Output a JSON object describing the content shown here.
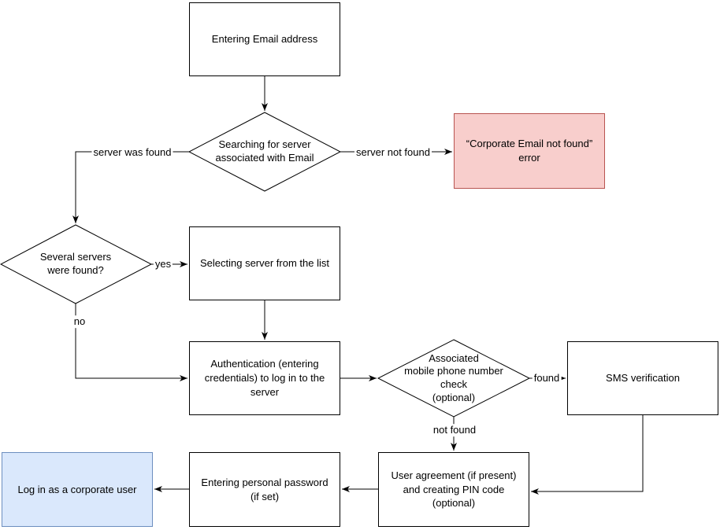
{
  "diagram": {
    "type": "flowchart",
    "subject": "Corporate Email login flow",
    "colors": {
      "node_fill": "#ffffff",
      "node_stroke": "#000000",
      "error_fill": "#f8cecc",
      "error_stroke": "#b85450",
      "final_fill": "#dae8fc",
      "final_stroke": "#6c8ebf",
      "connector": "#000000"
    },
    "nodes": {
      "entering_email": {
        "type": "process",
        "label": "Entering Email address"
      },
      "searching_server": {
        "type": "decision",
        "label": "Searching for server\nassociated with Email"
      },
      "corporate_email_error": {
        "type": "process",
        "label": "“Corporate Email not found”\nerror"
      },
      "several_servers": {
        "type": "decision",
        "label": "Several servers\nwere found?"
      },
      "selecting_server": {
        "type": "process",
        "label": "Selecting server from the list"
      },
      "authentication": {
        "type": "process",
        "label": "Authentication (entering\ncredentials) to log in to the\nserver"
      },
      "mobile_check": {
        "type": "decision",
        "label": "Associated\nmobile phone number\ncheck\n(optional)"
      },
      "sms_verification": {
        "type": "process",
        "label": "SMS verification"
      },
      "user_agreement": {
        "type": "process",
        "label": "User agreement (if present)\nand creating PIN code\n(optional)"
      },
      "personal_password": {
        "type": "process",
        "label": "Entering personal password\n(if set)"
      },
      "login_corporate": {
        "type": "terminal",
        "label": "Log in as a corporate user"
      }
    },
    "edge_labels": {
      "server_was_found": "server was found",
      "server_not_found": "server not found",
      "yes": "yes",
      "no": "no",
      "found": "found",
      "not_found": "not found"
    }
  }
}
